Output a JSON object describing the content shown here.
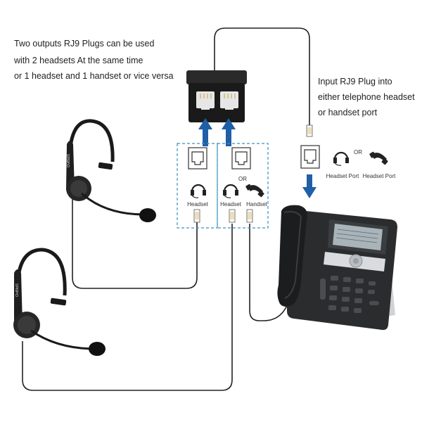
{
  "left_note": {
    "line1": "Two outputs RJ9 Plugs can be used",
    "line2": "with 2 headsets At the same time",
    "line3": "or 1 headset and 1 handset or vice versa"
  },
  "right_note": {
    "line1": "Input RJ9 Plug into",
    "line2": "either telephone headset",
    "line3": "or handset port"
  },
  "splitter_labels": {
    "headset": "Headset",
    "or": "OR",
    "headset2": "Headset",
    "handset": "Handset"
  },
  "phone_ports": {
    "headset_port_1": "Headset Port",
    "or": "OR",
    "headset_port_2": "Headset Port"
  },
  "headset_brand": "OvBIdS",
  "colors": {
    "arrow": "#1f5fa8",
    "dashed_box": "#3a8fc0",
    "device": "#1a1a1a"
  }
}
